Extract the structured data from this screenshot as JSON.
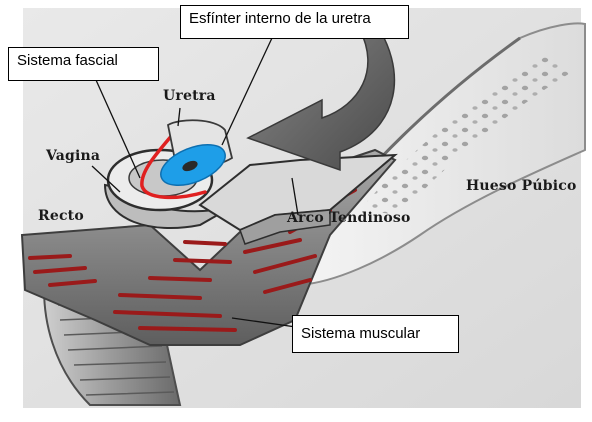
{
  "labels": {
    "uretra": "Uretra",
    "vagina": "Vagina",
    "recto": "Recto",
    "arco_tendinoso": "Arco Tendinoso",
    "hueso_pubico": "Hueso Púbico"
  },
  "callouts": {
    "esfinter": "Esfínter interno de la uretra",
    "fascial": "Sistema fascial",
    "muscular": "Sistema muscular"
  },
  "colors": {
    "fascial": "#e02020",
    "sphincter": "#1e9ee8",
    "muscle_stripes": "#9a1a1a",
    "arrow": "#6e6e6e"
  }
}
